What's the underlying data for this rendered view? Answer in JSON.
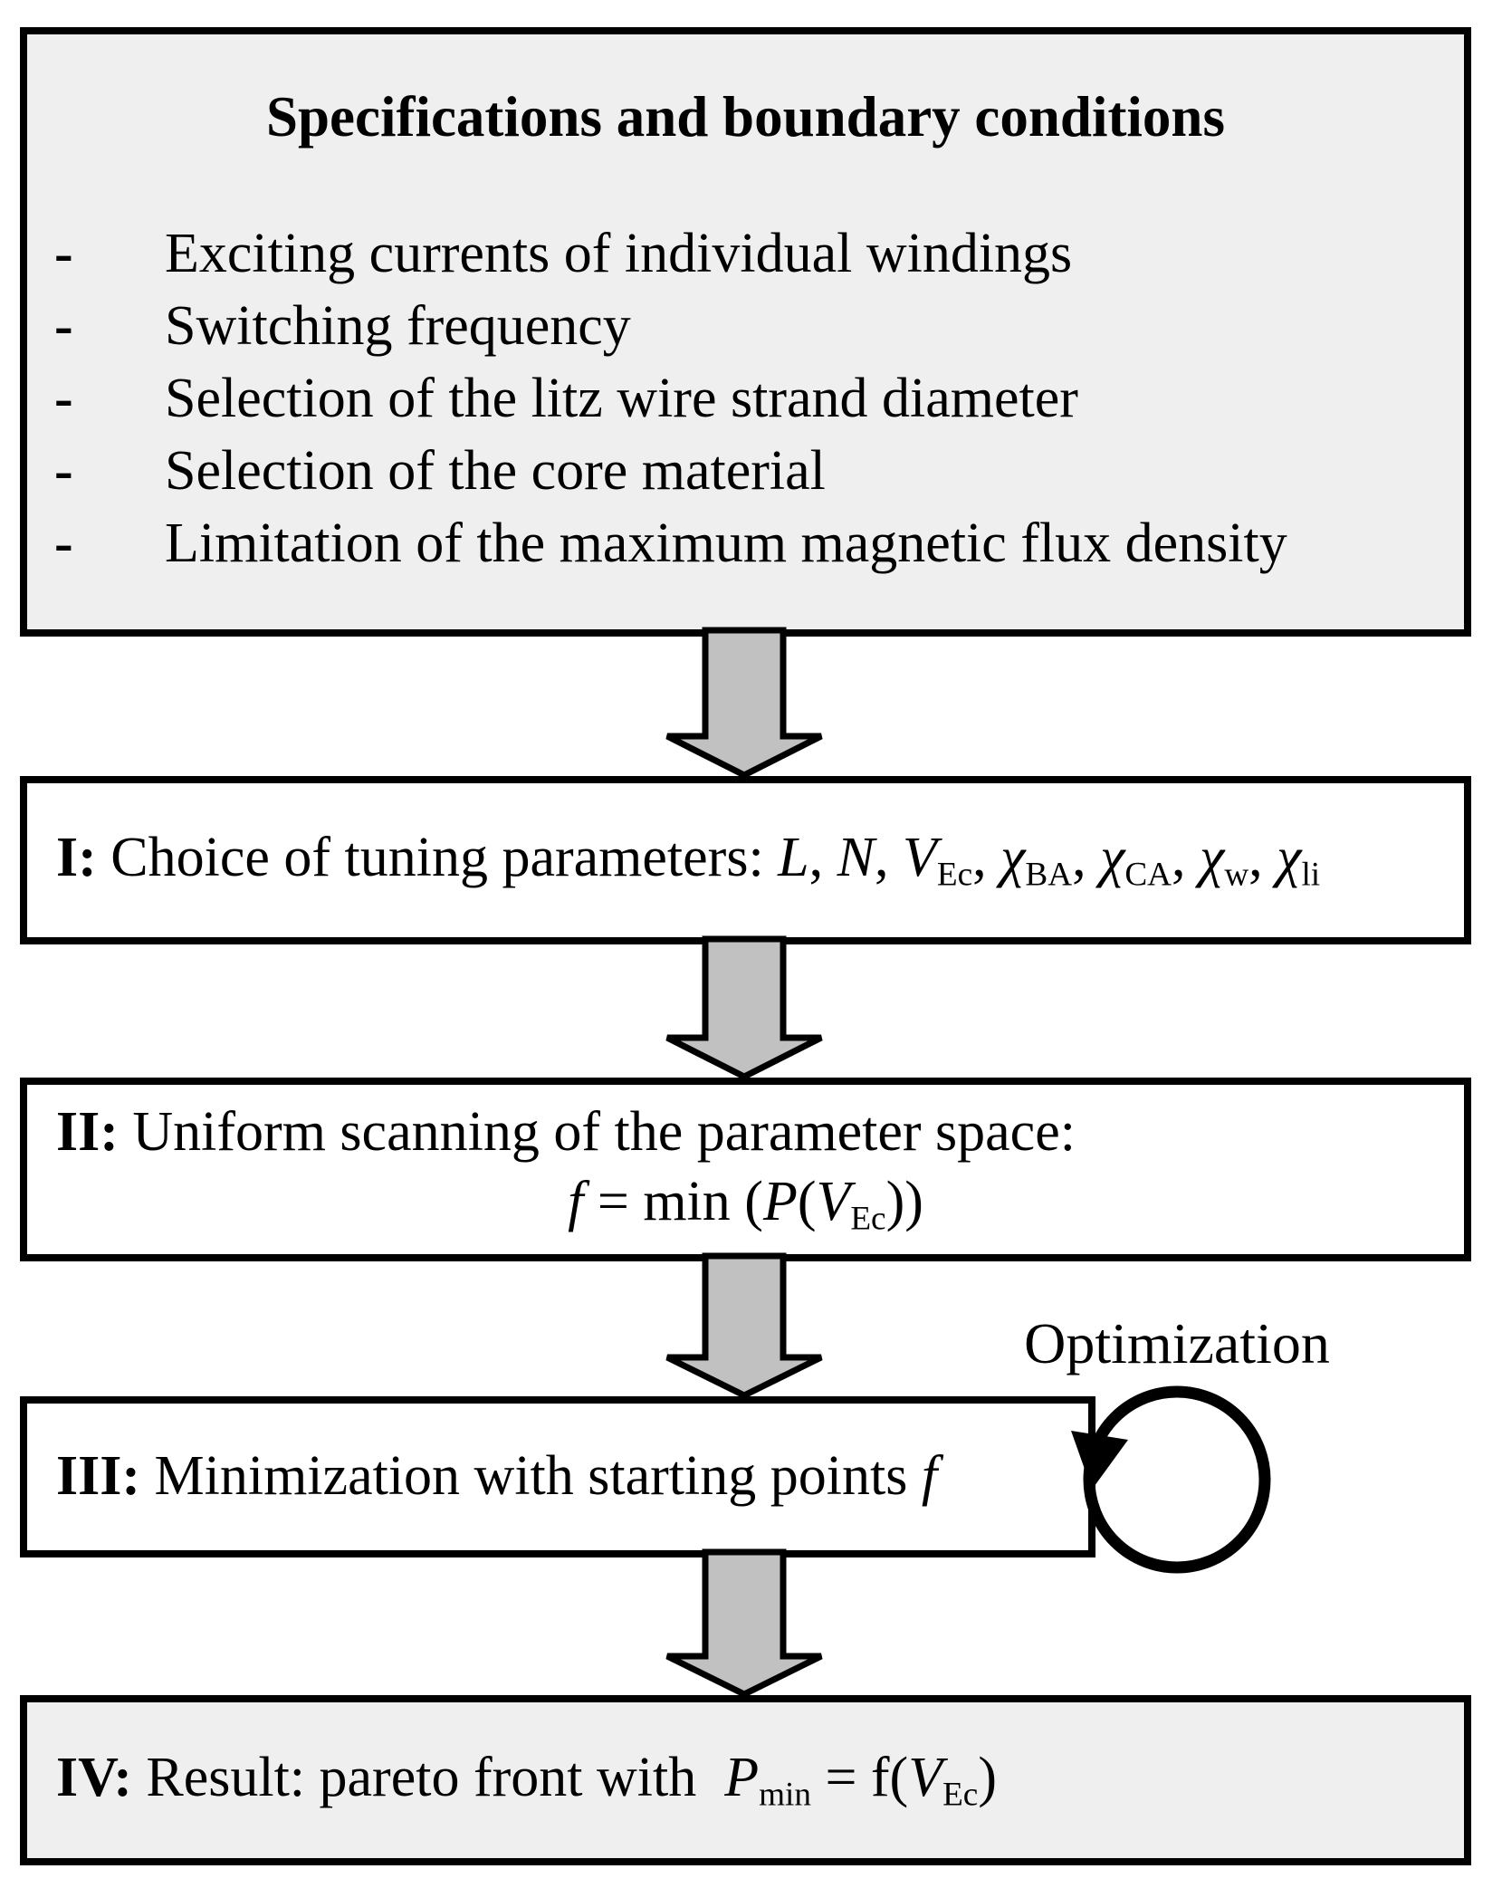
{
  "diagram": {
    "colors": {
      "gray_box_fill": "#efefef",
      "white_box_fill": "#ffffff",
      "arrow_fill": "#c1c1c1",
      "border": "#000000"
    },
    "top_box": {
      "title": "Specifications and boundary conditions",
      "bullet": "-",
      "items": [
        "Exciting currents of individual windings",
        "Switching frequency",
        "Selection of the litz wire strand diameter",
        "Selection of the core material",
        "Limitation of the maximum magnetic flux density"
      ]
    },
    "step1": {
      "segments": [
        {
          "t": "b",
          "v": "I:"
        },
        {
          "t": "r",
          "v": " Choice of tuning parameters: "
        },
        {
          "t": "i",
          "v": "L"
        },
        {
          "t": "r",
          "v": ", "
        },
        {
          "t": "i",
          "v": "N"
        },
        {
          "t": "r",
          "v": ", "
        },
        {
          "t": "i",
          "v": "V"
        },
        {
          "t": "s",
          "v": "Ec"
        },
        {
          "t": "r",
          "v": ", "
        },
        {
          "t": "i",
          "v": "χ"
        },
        {
          "t": "s",
          "v": "BA"
        },
        {
          "t": "r",
          "v": ", "
        },
        {
          "t": "i",
          "v": "χ"
        },
        {
          "t": "s",
          "v": "CA"
        },
        {
          "t": "r",
          "v": ", "
        },
        {
          "t": "i",
          "v": "χ"
        },
        {
          "t": "s",
          "v": "w"
        },
        {
          "t": "r",
          "v": ", "
        },
        {
          "t": "i",
          "v": "χ"
        },
        {
          "t": "s",
          "v": "li"
        }
      ]
    },
    "step2": {
      "line1_segments": [
        {
          "t": "b",
          "v": "II:"
        },
        {
          "t": "r",
          "v": " Uniform scanning of the parameter space:"
        }
      ],
      "line2_segments": [
        {
          "t": "i",
          "v": "f"
        },
        {
          "t": "r",
          "v": " = min ("
        },
        {
          "t": "i",
          "v": "P"
        },
        {
          "t": "r",
          "v": "("
        },
        {
          "t": "i",
          "v": "V"
        },
        {
          "t": "s",
          "v": "Ec"
        },
        {
          "t": "r",
          "v": "))"
        }
      ]
    },
    "step3": {
      "segments": [
        {
          "t": "b",
          "v": "III:"
        },
        {
          "t": "r",
          "v": " Minimization with starting points "
        },
        {
          "t": "i",
          "v": "f"
        }
      ]
    },
    "step4": {
      "segments": [
        {
          "t": "b",
          "v": "IV:"
        },
        {
          "t": "r",
          "v": " Result: pareto front with  "
        },
        {
          "t": "i",
          "v": "P"
        },
        {
          "t": "s",
          "v": "min"
        },
        {
          "t": "r",
          "v": " = f("
        },
        {
          "t": "i",
          "v": "V"
        },
        {
          "t": "s",
          "v": "Ec"
        },
        {
          "t": "r",
          "v": ")"
        }
      ]
    },
    "loop_label": "Optimization"
  }
}
